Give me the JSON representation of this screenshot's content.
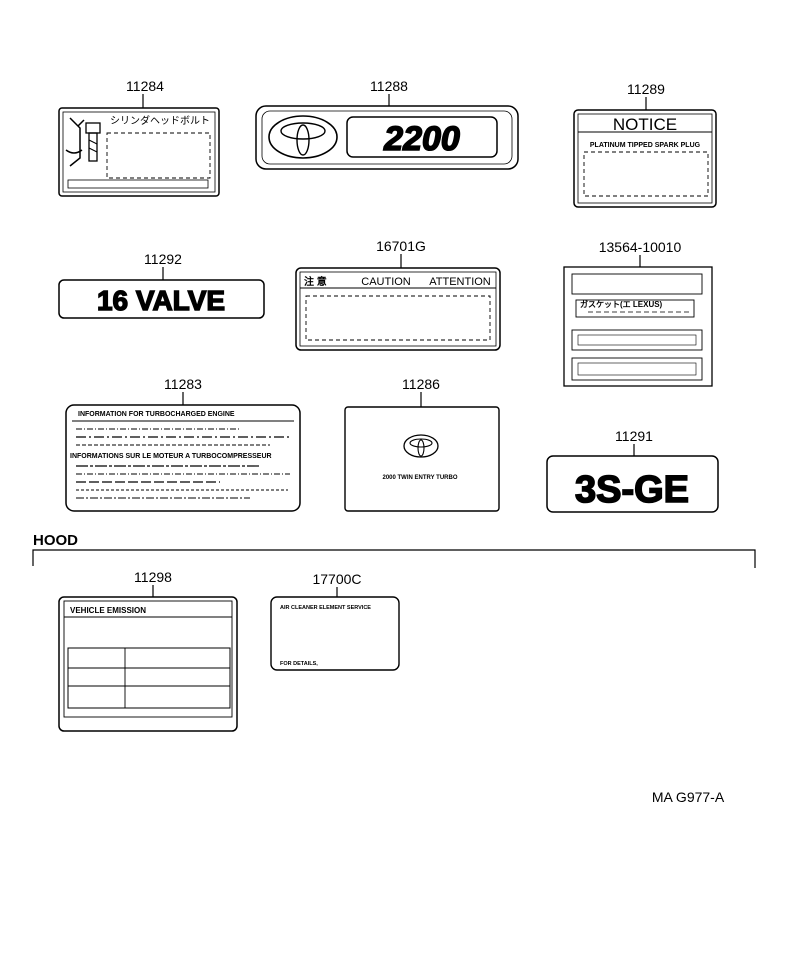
{
  "section_label": "HOOD",
  "diagram_code": "MA G977-A",
  "parts": {
    "p11284": {
      "number": "11284",
      "text": "シリンダヘッドボルト"
    },
    "p11288": {
      "number": "11288",
      "text": "2200"
    },
    "p11289": {
      "number": "11289",
      "title": "NOTICE",
      "subtitle": "PLATINUM TIPPED SPARK PLUG"
    },
    "p11292": {
      "number": "11292",
      "text": "16 VALVE"
    },
    "p16701": {
      "number": "16701G",
      "left": "注 意",
      "mid": "CAUTION",
      "right": "ATTENTION"
    },
    "p13564": {
      "number": "13564-10010",
      "text": "ガスケット(エ LEXUS)"
    },
    "p11283": {
      "number": "11283",
      "line1": "INFORMATION FOR TURBOCHARGED ENGINE",
      "line2": "INFORMATIONS SUR LE MOTEUR A TURBOCOMPRESSEUR"
    },
    "p11286": {
      "number": "11286",
      "text": "2000 TWIN ENTRY TURBO"
    },
    "p11291": {
      "number": "11291",
      "text": "3S-GE"
    },
    "p11298": {
      "number": "11298",
      "text": "VEHICLE EMISSION"
    },
    "p17700": {
      "number": "17700C",
      "line1": "AIR CLEANER ELEMENT SERVICE",
      "line2": "FOR DETAILS,"
    }
  }
}
